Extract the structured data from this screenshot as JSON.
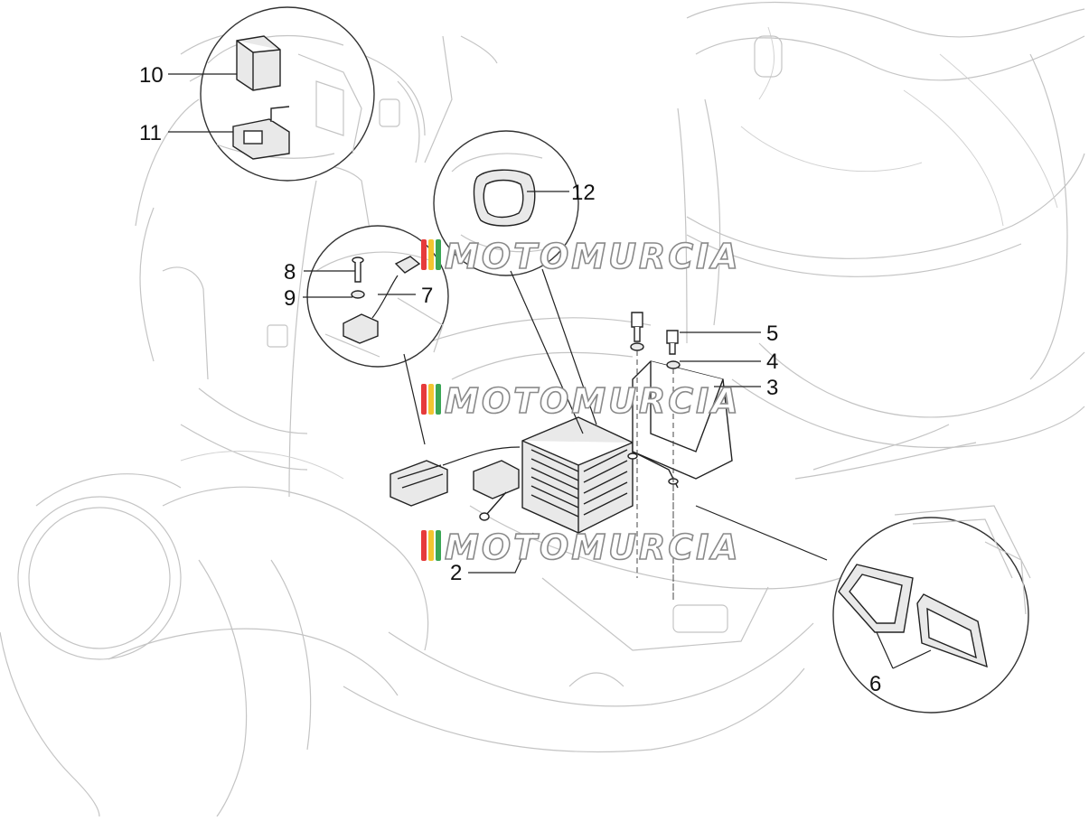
{
  "callouts": {
    "c10": "10",
    "c11": "11",
    "c12": "12",
    "c8": "8",
    "c9": "9",
    "c7": "7",
    "c5": "5",
    "c4": "4",
    "c3": "3",
    "c2": "2",
    "c6": "6"
  },
  "watermark": {
    "text": "MOTOMURCIA",
    "stripe_colors": [
      "#e63b3b",
      "#f2c531",
      "#3aa655"
    ]
  }
}
